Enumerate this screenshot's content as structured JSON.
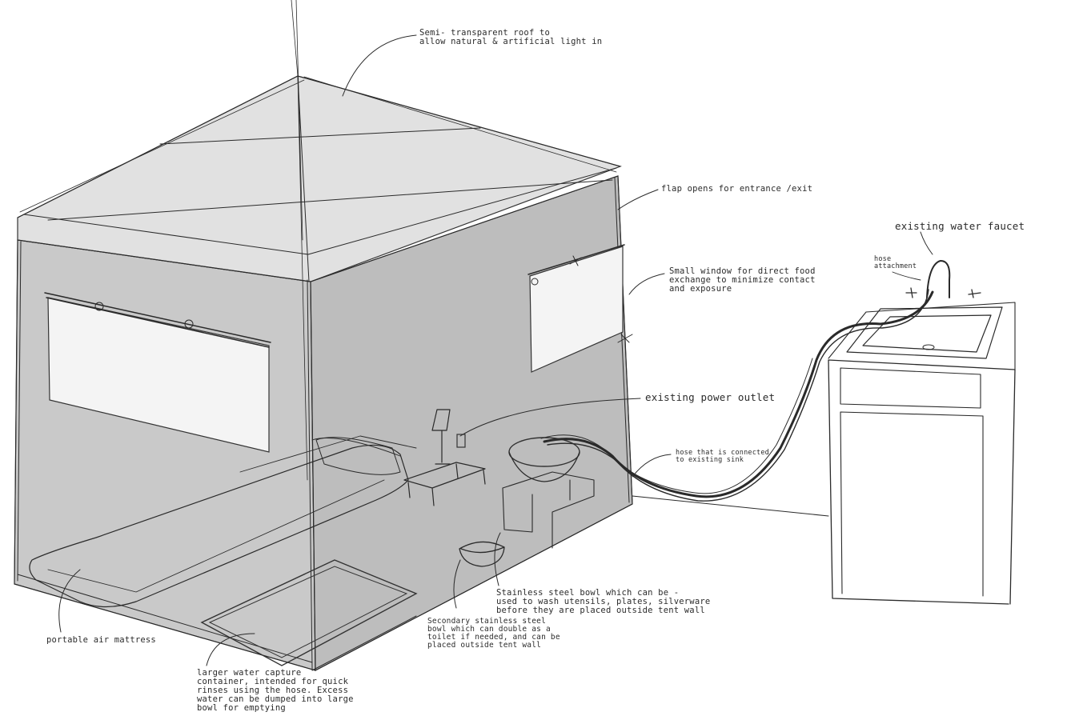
{
  "annotations": {
    "roof": "Semi- transparent roof to\nallow natural & artificial light in",
    "flap": "flap opens for entrance /exit",
    "faucet": "existing water faucet",
    "hose_attachment": "hose\nattachment",
    "window": "Small window for direct food\nexchange to minimize contact\nand exposure",
    "outlet": "existing power outlet",
    "hose": "hose that is connected\nto existing sink",
    "steel_bowl": "Stainless steel bowl which can be -\nused to wash utensils, plates, silverware\nbefore they are placed outside tent wall",
    "secondary_bowl": "Secondary stainless steel\nbowl which can double as a\ntoilet if needed, and can be\nplaced outside tent wall",
    "mattress": "portable air mattress",
    "water_capture": "larger water capture\ncontainer, intended for quick\nrinses using the hose. Excess\nwater can be dumped into large\nbowl for emptying"
  },
  "colors": {
    "tent_wall": "#c9c9c9",
    "tent_wall_dark": "#bdbdbd",
    "roof": "#e1e1e1",
    "window": "#f4f4f4",
    "stroke": "#2a2a2a"
  }
}
